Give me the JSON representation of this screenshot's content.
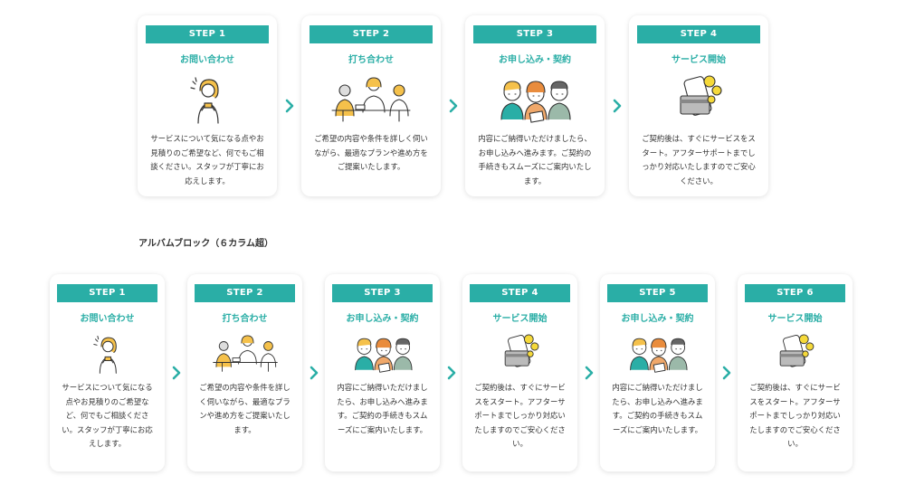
{
  "colors": {
    "accent": "#2aaea6",
    "text": "#333333",
    "card_bg": "#ffffff"
  },
  "section_heading": "アルバムブロック（６カラム超）",
  "row1": [
    {
      "step": "STEP 1",
      "title": "お問い合わせ",
      "icon": "inquiry-person-icon",
      "desc": "サービスについて気になる点やお見積りのご希望など、何でもご相談ください。スタッフが丁寧にお応えします。"
    },
    {
      "step": "STEP 2",
      "title": "打ち合わせ",
      "icon": "meeting-icon",
      "desc": "ご希望の内容や条件を詳しく伺いながら、最適なプランや進め方をご提案いたします。"
    },
    {
      "step": "STEP 3",
      "title": "お申し込み・契約",
      "icon": "contract-people-icon",
      "desc": "内容にご納得いただけましたら、お申し込みへ進みます。ご契約の手続きもスムーズにご案内いたします。"
    },
    {
      "step": "STEP 4",
      "title": "サービス開始",
      "icon": "phone-card-icon",
      "desc": "ご契約後は、すぐにサービスをスタート。アフターサポートまでしっかり対応いたしますのでご安心ください。"
    }
  ],
  "row2": [
    {
      "step": "STEP 1",
      "title": "お問い合わせ",
      "icon": "inquiry-person-icon",
      "desc": "サービスについて気になる点やお見積りのご希望など、何でもご相談ください。スタッフが丁寧にお応えします。"
    },
    {
      "step": "STEP 2",
      "title": "打ち合わせ",
      "icon": "meeting-icon",
      "desc": "ご希望の内容や条件を詳しく伺いながら、最適なプランや進め方をご提案いたします。"
    },
    {
      "step": "STEP 3",
      "title": "お申し込み・契約",
      "icon": "contract-people-icon",
      "desc": "内容にご納得いただけましたら、お申し込みへ進みます。ご契約の手続きもスムーズにご案内いたします。"
    },
    {
      "step": "STEP 4",
      "title": "サービス開始",
      "icon": "phone-card-icon",
      "desc": "ご契約後は、すぐにサービスをスタート。アフターサポートまでしっかり対応いたしますのでご安心ください。"
    },
    {
      "step": "STEP 5",
      "title": "お申し込み・契約",
      "icon": "contract-people-icon",
      "desc": "内容にご納得いただけましたら、お申し込みへ進みます。ご契約の手続きもスムーズにご案内いたします。"
    },
    {
      "step": "STEP 6",
      "title": "サービス開始",
      "icon": "phone-card-icon",
      "desc": "ご契約後は、すぐにサービスをスタート。アフターサポートまでしっかり対応いたしますのでご安心ください。"
    }
  ]
}
